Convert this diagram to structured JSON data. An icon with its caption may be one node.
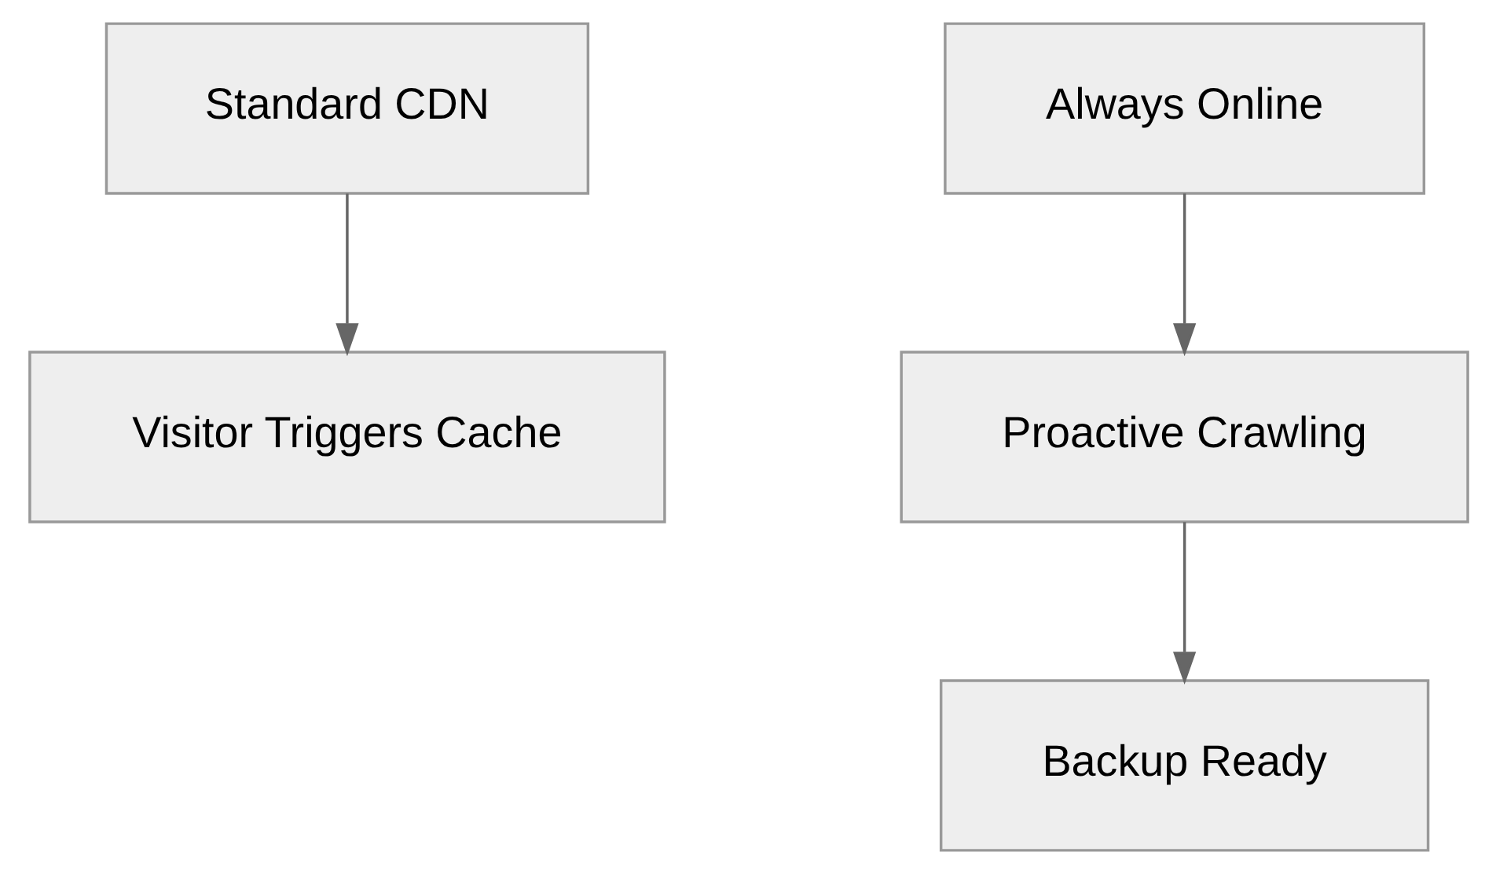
{
  "diagram": {
    "nodes": [
      {
        "text": [
          "Standard CDN"
        ]
      },
      {
        "text": [
          "Always Online"
        ]
      },
      {
        "text": [
          "Visitor Triggers Cache"
        ]
      },
      {
        "text": [
          "Proactive Crawling"
        ]
      },
      {
        "text": [
          "Backup Ready"
        ]
      }
    ],
    "edges": [
      {
        "from": 0,
        "to": 2,
        "arrow": "to"
      },
      {
        "from": 1,
        "to": 3,
        "arrow": "to"
      },
      {
        "from": 3,
        "to": 4,
        "arrow": "to"
      }
    ]
  }
}
